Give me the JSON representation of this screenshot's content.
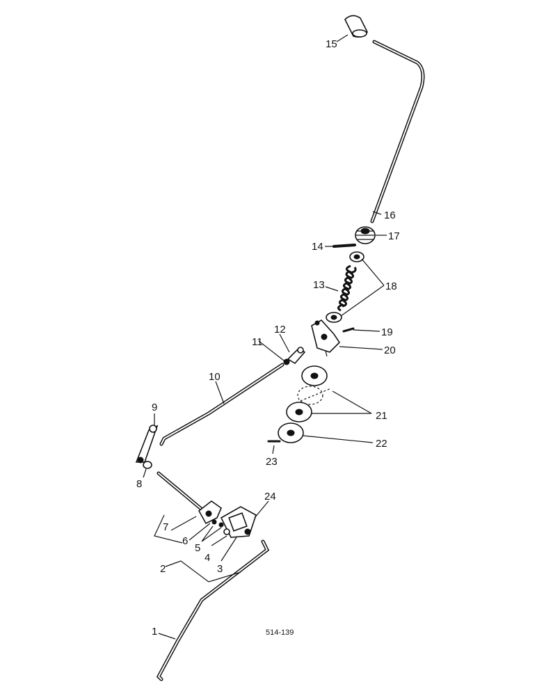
{
  "figure_code": "514-139",
  "callouts": [
    "1",
    "2",
    "3",
    "4",
    "5",
    "6",
    "7",
    "8",
    "9",
    "10",
    "11",
    "12",
    "13",
    "14",
    "15",
    "16",
    "17",
    "18",
    "19",
    "20",
    "21",
    "22",
    "23",
    "24"
  ]
}
